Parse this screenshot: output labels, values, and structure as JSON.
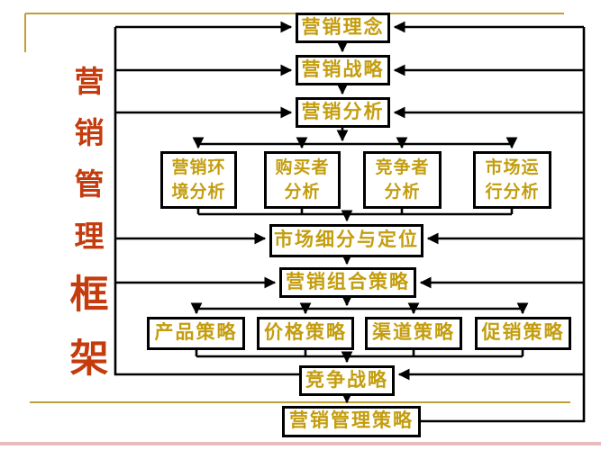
{
  "theme": {
    "gold_text": "#C49D0E",
    "red_title": "#C43C0E",
    "line_gold": "#BFA034",
    "bottom_edge": "#E9BCBC"
  },
  "title": {
    "text": "营销管理框架",
    "chars": [
      "营",
      "销",
      "管",
      "理",
      "框",
      "架"
    ]
  },
  "diagram": {
    "nodes": {
      "concept": {
        "label": "营销理念"
      },
      "strategy": {
        "label": "营销战略"
      },
      "analysis": {
        "label": "营销分析"
      },
      "env": {
        "label": "营销环境分析"
      },
      "buyer": {
        "label": "购买者分析"
      },
      "competitor": {
        "label": "竞争者分析"
      },
      "market_run": {
        "label": "市场运行分析"
      },
      "segmentation": {
        "label": "市场细分与定位"
      },
      "mix": {
        "label": "营销组合策略"
      },
      "product": {
        "label": "产品策略"
      },
      "price": {
        "label": "价格策略"
      },
      "channel": {
        "label": "渠道策略"
      },
      "promotion": {
        "label": "促销策略"
      },
      "competitive": {
        "label": "竞争战略"
      },
      "management": {
        "label": "营销管理策略"
      }
    }
  }
}
